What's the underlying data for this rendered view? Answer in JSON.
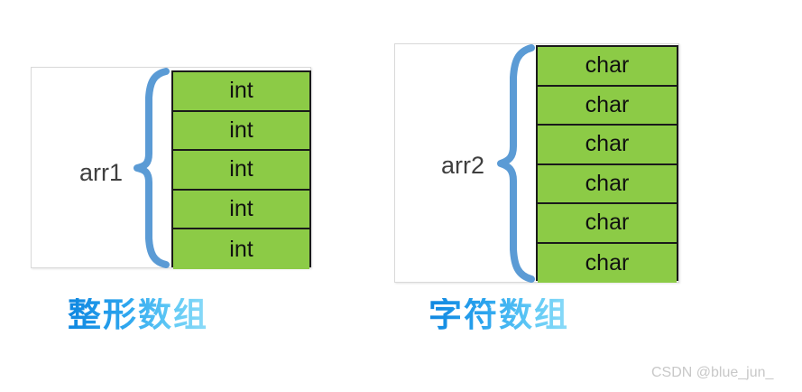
{
  "watermark": "CSDN @blue_jun_",
  "colors": {
    "cell_fill": "#8CCB46",
    "cell_border": "#1a1a1a",
    "brace": "#5B9BD5",
    "panel_border": "#d9d9d9",
    "caption_gradient_start": "#0e86e0",
    "caption_gradient_end": "#8fdcf8",
    "label_text": "#3f3f3f",
    "background": "#ffffff"
  },
  "figures": [
    {
      "id": "int-array",
      "label": "arr1",
      "caption": "整形数组",
      "cell_type": "int",
      "cell_count": 5,
      "cells": [
        "int",
        "int",
        "int",
        "int",
        "int"
      ]
    },
    {
      "id": "char-array",
      "label": "arr2",
      "caption": "字符数组",
      "cell_type": "char",
      "cell_count": 6,
      "cells": [
        "char",
        "char",
        "char",
        "char",
        "char",
        "char"
      ]
    }
  ]
}
